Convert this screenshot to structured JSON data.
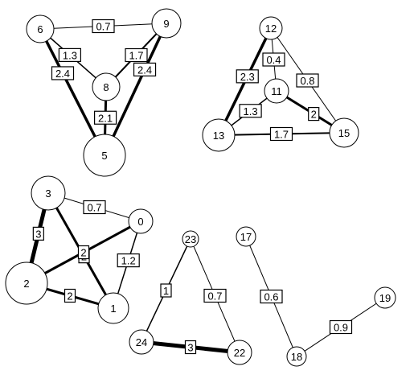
{
  "graph": {
    "nodes": [
      {
        "id": "0",
        "label": "0"
      },
      {
        "id": "1",
        "label": "1"
      },
      {
        "id": "2",
        "label": "2"
      },
      {
        "id": "3",
        "label": "3"
      },
      {
        "id": "5",
        "label": "5"
      },
      {
        "id": "6",
        "label": "6"
      },
      {
        "id": "8",
        "label": "8"
      },
      {
        "id": "9",
        "label": "9"
      },
      {
        "id": "11",
        "label": "11"
      },
      {
        "id": "12",
        "label": "12"
      },
      {
        "id": "13",
        "label": "13"
      },
      {
        "id": "15",
        "label": "15"
      },
      {
        "id": "17",
        "label": "17"
      },
      {
        "id": "18",
        "label": "18"
      },
      {
        "id": "19",
        "label": "19"
      },
      {
        "id": "22",
        "label": "22"
      },
      {
        "id": "23",
        "label": "23"
      },
      {
        "id": "24",
        "label": "24"
      }
    ],
    "edges": [
      {
        "from": "6",
        "to": "9",
        "weight": "0.7"
      },
      {
        "from": "6",
        "to": "8",
        "weight": "1.3"
      },
      {
        "from": "9",
        "to": "8",
        "weight": "1.7"
      },
      {
        "from": "6",
        "to": "5",
        "weight": "2.4"
      },
      {
        "from": "9",
        "to": "5",
        "weight": "2.4"
      },
      {
        "from": "8",
        "to": "5",
        "weight": "2.1"
      },
      {
        "from": "12",
        "to": "11",
        "weight": "0.4"
      },
      {
        "from": "12",
        "to": "15",
        "weight": "0.8"
      },
      {
        "from": "12",
        "to": "13",
        "weight": "2.3"
      },
      {
        "from": "11",
        "to": "13",
        "weight": "1.3"
      },
      {
        "from": "11",
        "to": "15",
        "weight": "2"
      },
      {
        "from": "13",
        "to": "15",
        "weight": "1.7"
      },
      {
        "from": "3",
        "to": "0",
        "weight": "0.7"
      },
      {
        "from": "3",
        "to": "2",
        "weight": "3"
      },
      {
        "from": "3",
        "to": "1",
        "weight": "2"
      },
      {
        "from": "2",
        "to": "0",
        "weight": "2"
      },
      {
        "from": "0",
        "to": "1",
        "weight": "1.2"
      },
      {
        "from": "2",
        "to": "1",
        "weight": "2"
      },
      {
        "from": "23",
        "to": "24",
        "weight": "1"
      },
      {
        "from": "23",
        "to": "22",
        "weight": "0.7"
      },
      {
        "from": "24",
        "to": "22",
        "weight": "3"
      },
      {
        "from": "17",
        "to": "18",
        "weight": "0.6"
      },
      {
        "from": "18",
        "to": "19",
        "weight": "0.9"
      }
    ]
  }
}
